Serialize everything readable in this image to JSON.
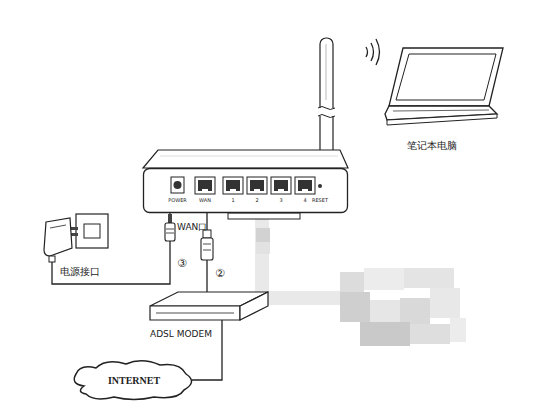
{
  "diagram": {
    "nodes": [
      {
        "text": [
          "笔记本电脑"
        ]
      },
      {
        "text": [
          "POWER",
          "WAN",
          "1",
          "2",
          "3",
          "4",
          "RESET"
        ]
      },
      {
        "text": [
          "电源接口"
        ]
      },
      {
        "text": [
          "ADSL MODEM"
        ]
      },
      {
        "text": [
          "INTERNET"
        ]
      }
    ],
    "edges": [
      {
        "from": 2,
        "to": 1,
        "arrow": "none",
        "label": "③"
      },
      {
        "from": 3,
        "to": 1,
        "arrow": "none",
        "label": "②"
      },
      {
        "from": 4,
        "to": 3,
        "arrow": "none"
      }
    ],
    "labels": [
      "WAN口"
    ]
  }
}
